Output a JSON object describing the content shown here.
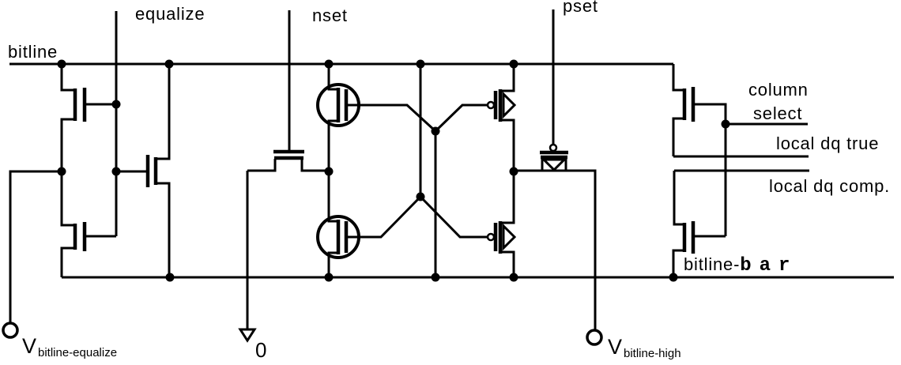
{
  "diagram_type": "circuit-schematic",
  "subject": "bitline sense amplifier with equalization, nset/pset enables and column select",
  "colors": {
    "ink": "#000000",
    "background": "#ffffff"
  },
  "labels": {
    "bitline": "bitline",
    "equalize": "equalize",
    "nset": "nset",
    "pset": "pset",
    "column_line1": "column",
    "column_line2": "select",
    "local_dq_true": "local dq true",
    "local_dq_comp": "local dq comp.",
    "bitline_bar_prefix": "bitline-",
    "bitline_bar_suffix": "bar",
    "v_equalize_main": "V",
    "v_equalize_sub": "bitline-equalize",
    "ground_zero": "0",
    "v_high_main": "V",
    "v_high_sub": "bitline-high"
  },
  "components": {
    "transistors": [
      "equalize-precharge-nmos-top (gate: equalize, bitline to V-bitline-equalize)",
      "equalize-precharge-nmos-bottom (gate: equalize, V-bitline-equalize node to bitline-bar)",
      "equalize-shorting-nmos (gate: equalize, bitline to bitline-bar)",
      "nset-pulldown-nmos (gate: nset, common node to ground 0)",
      "cross-coupled-nmos-top (circled symbol, on bitline, gate to bitline-bar)",
      "cross-coupled-nmos-bottom (circled symbol, on bitline-bar, gate to bitline)",
      "cross-coupled-pmos-top (bubble+arrow symbol, on bitline, gate to bitline-bar)",
      "cross-coupled-pmos-bottom (bubble+arrow symbol, on bitline-bar, gate to bitline)",
      "pset-pullup-pmos (gate: pset, common node to V-bitline-high)",
      "column-select-pass-nmos-top (gate: column select, bitline to local dq true)",
      "column-select-pass-nmos-bottom (gate: column select, bitline-bar to local dq comp.)"
    ],
    "terminals": [
      "V-bitline-equalize (open circle)",
      "ground 0 (open arrow)",
      "V-bitline-high (open circle)"
    ],
    "nets": [
      "bitline",
      "bitline-bar",
      "equalize",
      "nset",
      "pset",
      "column select",
      "local dq true",
      "local dq comp."
    ]
  }
}
